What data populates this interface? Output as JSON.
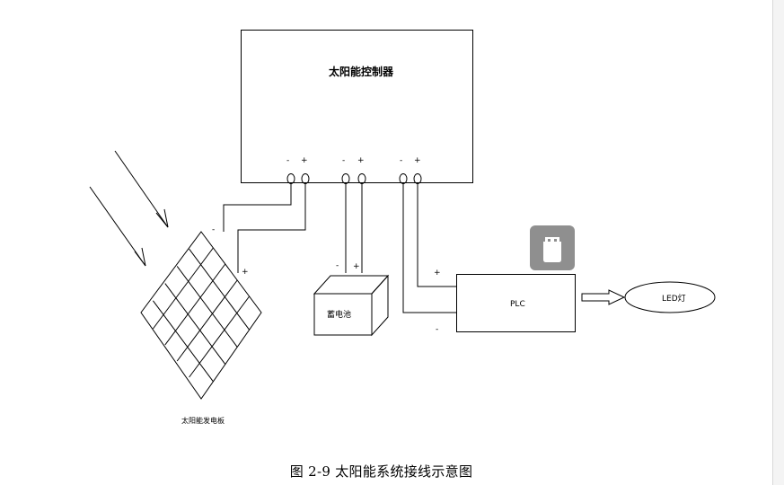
{
  "diagram": {
    "controller_label": "太阳能控制器",
    "panel_label": "太阳能发电板",
    "battery_label": "蓄电池",
    "plc_label": "PLC",
    "led_label": "LED灯",
    "minus": "-",
    "plus": "+"
  },
  "caption": "图 2-9 太阳能系统接线示意图",
  "icons": [
    "usb-drive-icon"
  ]
}
